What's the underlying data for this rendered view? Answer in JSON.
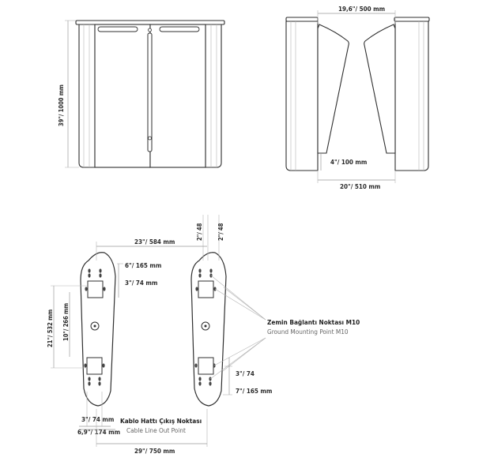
{
  "front_view": {
    "height_label": "39\"/ 1000 mm"
  },
  "side_view": {
    "width_top_label": "19,6\"/ 500 mm",
    "gap_label": "4\"/ 100 mm",
    "width_bottom_label": "20\"/ 510 mm"
  },
  "plan_view": {
    "overall_width_label": "23\"/ 584 mm",
    "hole_offset_1": "6\"/ 165 mm",
    "hole_size_1": "3\"/ 74 mm",
    "height_outer_label": "21\"/ 532 mm",
    "height_inner_label": "10\"/ 266 mm",
    "bottom_size_label": "3\"/ 74 mm",
    "bottom_offset_label": "6,9\"/ 174 mm",
    "cable_label_tr": "Kablo Hattı Çıkış Noktası",
    "cable_label_en": "Cable Line Out Point",
    "total_width_label": "29\"/ 750 mm",
    "top_left_vert": "2\"/ 48",
    "top_right_vert": "2\"/ 48",
    "ground_tr": "Zemin Bağlantı Noktası M10",
    "ground_en": "Ground Mounting Point M10",
    "right_size_label": "3\"/ 74",
    "right_offset_label": "7\"/ 165 mm"
  }
}
